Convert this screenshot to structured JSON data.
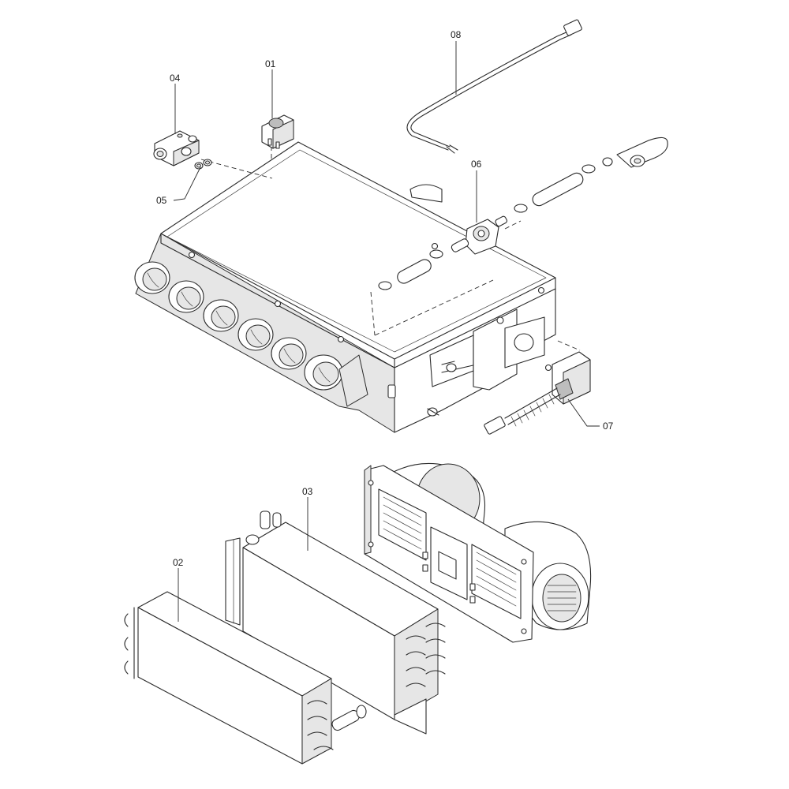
{
  "callouts": {
    "c01": "01",
    "c02": "02",
    "c03": "03",
    "c04": "04",
    "c05": "05",
    "c06": "06",
    "c07": "07",
    "c08": "08"
  }
}
